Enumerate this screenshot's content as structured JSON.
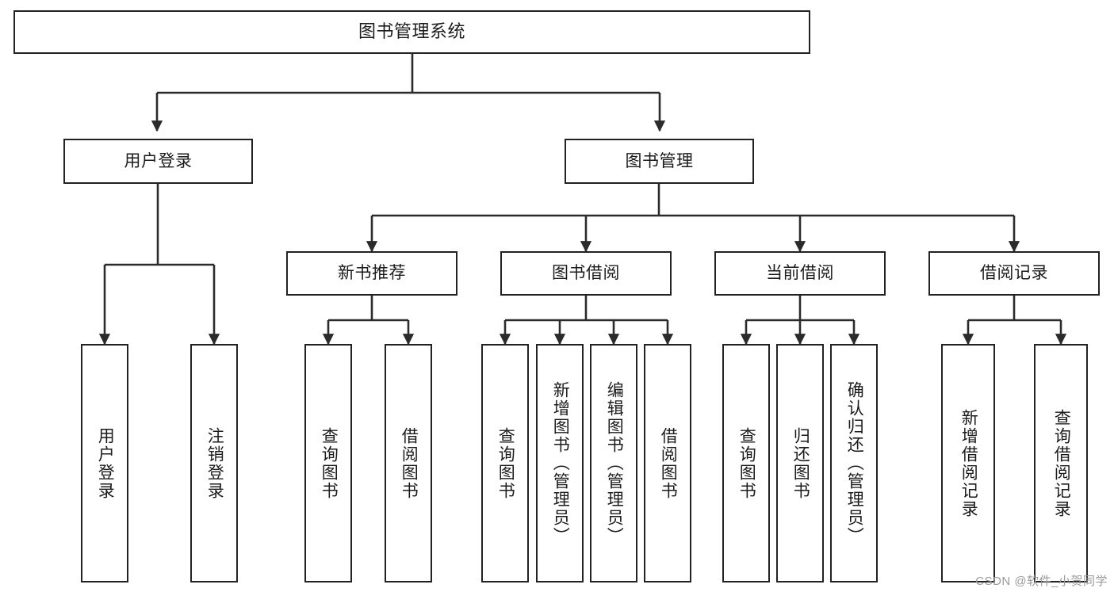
{
  "diagram": {
    "title": "图书管理系统",
    "type": "tree",
    "colors": {
      "border": "#222222",
      "background": "#ffffff",
      "text": "#1b1b1b",
      "connector": "#2b2b2b",
      "watermark": "#9a9a9a"
    },
    "nodes": {
      "root": {
        "label": "图书管理系统"
      },
      "level2": [
        {
          "id": "user-login",
          "label": "用户登录"
        },
        {
          "id": "book-management",
          "label": "图书管理"
        }
      ],
      "level3": [
        {
          "id": "new-book-recommend",
          "label": "新书推荐"
        },
        {
          "id": "book-borrow",
          "label": "图书借阅"
        },
        {
          "id": "current-borrow",
          "label": "当前借阅"
        },
        {
          "id": "borrow-record",
          "label": "借阅记录"
        }
      ],
      "leaves": [
        {
          "id": "leaf-user-login",
          "label": "用户登录",
          "parent": "user-login"
        },
        {
          "id": "leaf-logout",
          "label": "注销登录",
          "parent": "user-login"
        },
        {
          "id": "leaf-query-book-1",
          "label": "查询图书",
          "parent": "new-book-recommend"
        },
        {
          "id": "leaf-borrow-book-1",
          "label": "借阅图书",
          "parent": "new-book-recommend"
        },
        {
          "id": "leaf-query-book-2",
          "label": "查询图书",
          "parent": "book-borrow"
        },
        {
          "id": "leaf-add-book",
          "label": "新增图书（管理员）",
          "parent": "book-borrow"
        },
        {
          "id": "leaf-edit-book",
          "label": "编辑图书（管理员）",
          "parent": "book-borrow"
        },
        {
          "id": "leaf-borrow-book-2",
          "label": "借阅图书",
          "parent": "book-borrow"
        },
        {
          "id": "leaf-query-book-3",
          "label": "查询图书",
          "parent": "current-borrow"
        },
        {
          "id": "leaf-return-book",
          "label": "归还图书",
          "parent": "current-borrow"
        },
        {
          "id": "leaf-confirm-return",
          "label": "确认归还（管理员）",
          "parent": "current-borrow"
        },
        {
          "id": "leaf-add-record",
          "label": "新增借阅记录",
          "parent": "borrow-record"
        },
        {
          "id": "leaf-query-record",
          "label": "查询借阅记录",
          "parent": "borrow-record"
        }
      ]
    },
    "watermark": "CSDN @软件_小贺同学"
  }
}
